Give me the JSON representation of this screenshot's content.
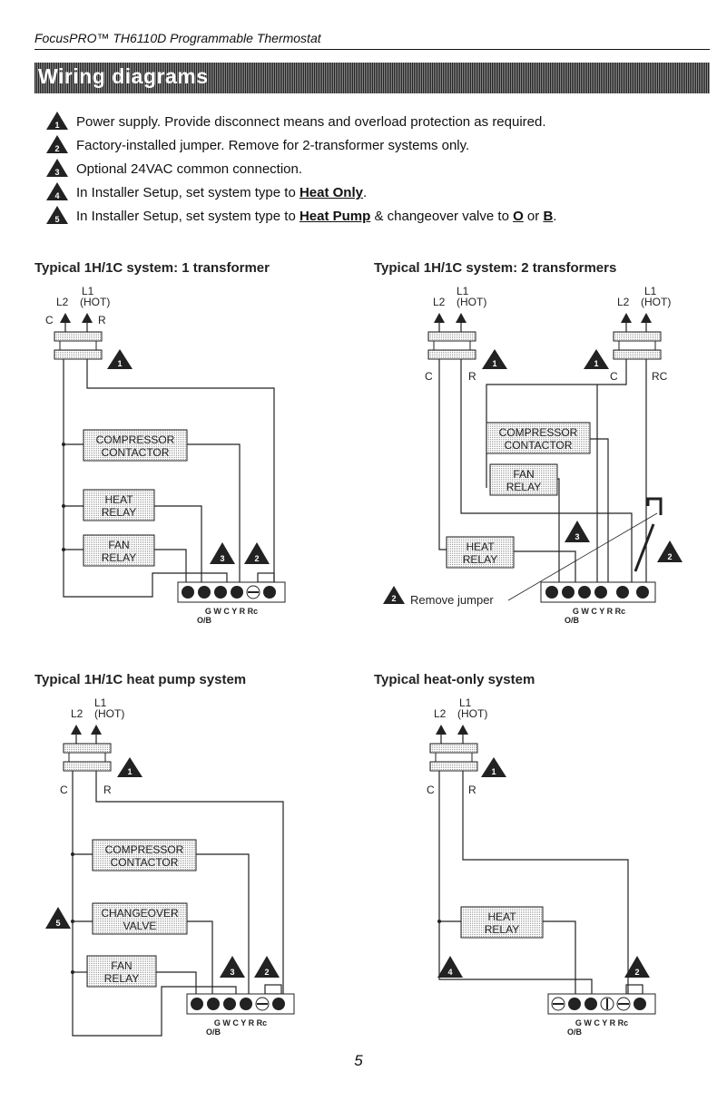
{
  "header": {
    "title": "FocusPRO™ TH6110D Programmable Thermostat"
  },
  "section": {
    "title": "Wiring diagrams"
  },
  "notes": [
    {
      "num": "1",
      "text": "Power supply. Provide disconnect means and overload protection as required."
    },
    {
      "num": "2",
      "text": "Factory-installed jumper. Remove for 2-transformer systems only."
    },
    {
      "num": "3",
      "text": "Optional 24VAC common connection."
    },
    {
      "num": "4",
      "pre": "In Installer Setup, set system type to ",
      "em": "Heat Only",
      "post": "."
    },
    {
      "num": "5",
      "pre": "In Installer Setup, set system type to ",
      "em": "Heat Pump",
      "mid": " & changeover valve to ",
      "em2": "O",
      "mid2": " or ",
      "em3": "B",
      "post": "."
    }
  ],
  "diagrams": {
    "d1": {
      "title": "Typical 1H/1C system: 1 transformer"
    },
    "d2": {
      "title": "Typical 1H/1C system: 2 transformers",
      "remove": "Remove jumper"
    },
    "d3": {
      "title": "Typical 1H/1C heat pump system"
    },
    "d4": {
      "title": "Typical heat-only system"
    }
  },
  "labels": {
    "l1": "L1",
    "l2": "L2",
    "hot": "(HOT)",
    "c": "C",
    "r": "R",
    "rc": "RC",
    "comp1": "COMPRESSOR",
    "comp2": "CONTACTOR",
    "heat1": "HEAT",
    "heat2": "RELAY",
    "fan1": "FAN",
    "fan2": "RELAY",
    "chg1": "CHANGEOVER",
    "chg2": "VALVE",
    "terms": "G W C Y R Rc",
    "ob": "O/B"
  },
  "page": {
    "number": "5"
  }
}
